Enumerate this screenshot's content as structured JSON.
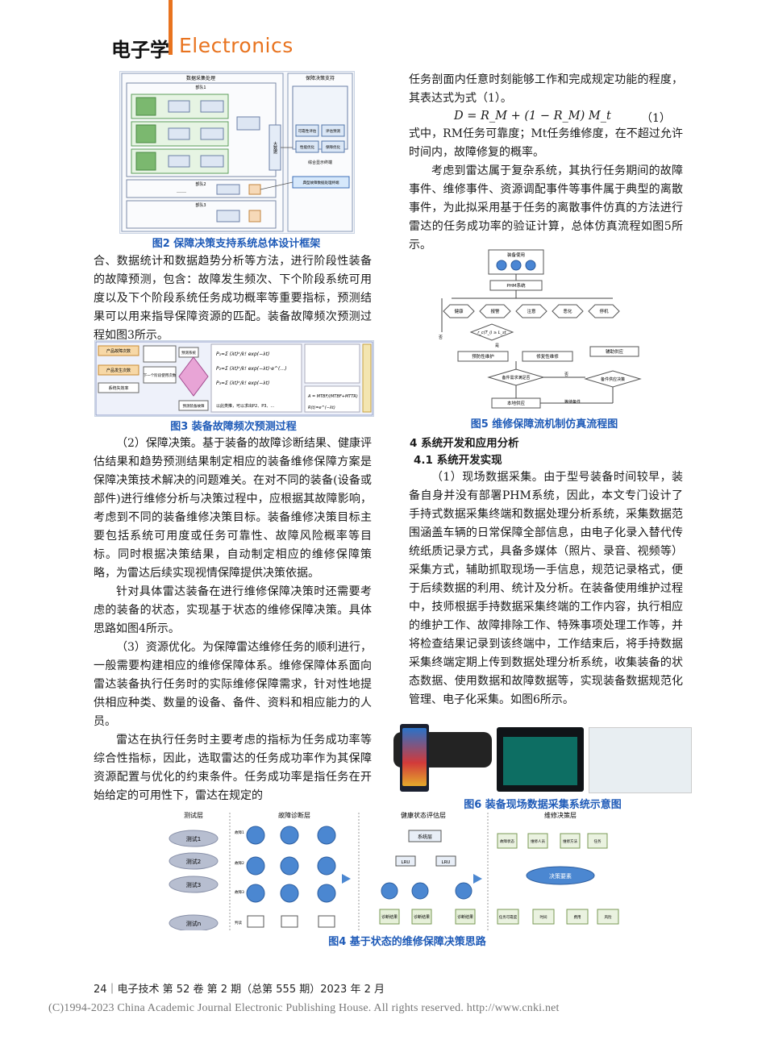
{
  "header": {
    "brand_cn": "电子学",
    "brand_en": "Electronics"
  },
  "fig2": {
    "caption": "图2 保障决策支持系统总体设计框架",
    "title_left": "数据采集处理",
    "title_right": "保障决策支持",
    "dept1": "部队1",
    "dept2": "部队2",
    "dept3": "部队3",
    "right_items": [
      "可靠性评估",
      "评估预测",
      "性能优化",
      "保障优化"
    ],
    "result": "综合显示终端",
    "bottom": "典型故障数据处理终端",
    "center": "大数据",
    "ellipsis": "……"
  },
  "col_left_top": "合、数据统计和数据趋势分析等方法，进行阶段性装备的故障预测，包含：故障发生频次、下个阶段系统可用度以及下个阶段系统任务成功概率等重要指标，预测结果可以用来指导保障资源的匹配。装备故障频次预测过程如图3所示。",
  "fig3": {
    "caption": "图3 装备故障频次预测过程",
    "boxes": [
      "产品故障次数",
      "产品发生次数",
      "系统失效率",
      "下一个阶段使用次数",
      "预测系统",
      "预测装备故障"
    ],
    "note": "以此类推，可以求出P2、P3、…"
  },
  "col_left_paras": [
    "（2）保障决策。基于装备的故障诊断结果、健康评估结果和趋势预测结果制定相应的装备维修保障方案是保障决策技术解决的问题难关。在对不同的装备(设备或部件)进行维修分析与决策过程中，应根据其故障影响，考虑到不同的装备维修决策目标。装备维修决策目标主要包括系统可用度或任务可靠性、故障风险概率等目标。同时根据决策结果，自动制定相应的维修保障策略，为雷达后续实现视情保障提供决策依据。",
    "针对具体雷达装备在进行维修保障决策时还需要考虑的装备的状态，实现基于状态的维修保障决策。具体思路如图4所示。",
    "（3）资源优化。为保障雷达维修任务的顺利进行，一般需要构建相应的维修保障体系。维修保障体系面向雷达装备执行任务时的实际维修保障需求，针对性地提供相应种类、数量的设备、备件、资料和相应能力的人员。",
    "雷达在执行任务时主要考虑的指标为任务成功率等综合性指标，因此，选取雷达的任务成功率作为其保障资源配置与优化的约束条件。任务成功率是指任务在开始给定的可用性下，雷达在规定的"
  ],
  "col_right_top": "任务剖面内任意时刻能够工作和完成规定功能的程度，其表达式为式（1）。",
  "formula": {
    "expr": "D = R_M + (1 − R_M) M_t",
    "num": "（1）"
  },
  "col_right_after_formula": [
    "式中，RM任务可靠度；Mt任务维修度，在不超过允许时间内，故障修复的概率。",
    "考虑到雷达属于复杂系统，其执行任务期间的故障事件、维修事件、资源调配事件等事件属于典型的离散事件，为此拟采用基于任务的离散事件仿真的方法进行雷达的任务成功率的验证计算，总体仿真流程如图5所示。"
  ],
  "fig5": {
    "caption": "图5 维修保障流机制仿真流程图",
    "top": "装备使用",
    "phm": "PHM系统",
    "states": [
      "健康",
      "报警",
      "注意",
      "恶化",
      "停机"
    ],
    "cond": "r_c(T_i) ≥ L_st",
    "no": "否",
    "yes": "是",
    "prevent": "预防性维护",
    "repair": "修复性维修",
    "aux": "辅助供应",
    "spare_full": "备件需求满足否",
    "spare_dec": "备件供应决策",
    "local": "本地供应",
    "wait": "等待备件"
  },
  "sec4": "4 系统开发和应用分析",
  "sec41": "4.1 系统开发实现",
  "col_right_para": "（1）现场数据采集。由于型号装备时间较早，装备自身并没有部署PHM系统，因此，本文专门设计了手持式数据采集终端和数据处理分析系统，采集数据范围涵盖车辆的日常保障全部信息，由电子化录入替代传统纸质记录方式，具备多媒体（照片、录音、视频等）采集方式，辅助抓取现场一手信息，规范记录格式，便于后续数据的利用、统计及分析。在装备使用维护过程中，技师根据手持数据采集终端的工作内容，执行相应的维护工作、故障排除工作、特殊事项处理工作等，并将检查结果记录到该终端中，工作结束后，将手持数据采集终端定期上传到数据处理分析系统，收集装备的状态数据、使用数据和故障数据等，实现装备数据规范化管理、电子化采集。如图6所示。",
  "fig6": {
    "caption": "图6 装备现场数据采集系统示意图"
  },
  "fig4": {
    "caption": "图4 基于状态的维修保障决策思路",
    "layers": [
      "测试层",
      "故障诊断层",
      "健康状态评估层",
      "维修决策层"
    ],
    "tests": [
      "测试1",
      "测试2",
      "测试3",
      "测试n"
    ],
    "lrs": [
      "故障1",
      "故障2",
      "故障3",
      "判读"
    ],
    "system": "系统层",
    "lru": "LRU",
    "diag": "诊断结果",
    "decision": "决策要素",
    "top_items": [
      "故障状态",
      "维修人员",
      "维修方法",
      "任务"
    ],
    "bottom_items": [
      "任务可靠度",
      "时间",
      "费用",
      "风险"
    ]
  },
  "footer": "24｜电子技术  第 52 卷 第 2 期（总第 555 期）2023 年 2 月",
  "copyright": "(C)1994-2023 China Academic Journal Electronic Publishing House. All rights reserved.    http://www.cnki.net"
}
